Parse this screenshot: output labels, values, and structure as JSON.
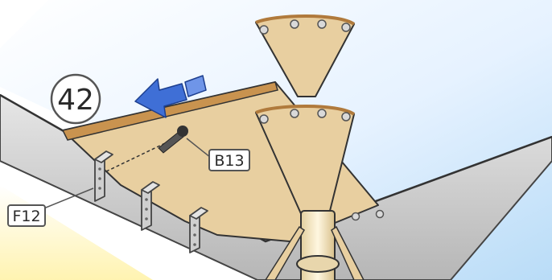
{
  "step": {
    "number": "42"
  },
  "callouts": [
    {
      "id": "b13",
      "code": "B13"
    },
    {
      "id": "f12",
      "code": "F12"
    }
  ],
  "colors": {
    "wood": "#e8cfa0",
    "wood_edge": "#b07a3c",
    "steel": "#c8c8c8",
    "arrow": "#3f6fd6",
    "sky": "#d8ecff"
  },
  "icons": [
    "assembly-direction-arrow-icon",
    "screw-icon",
    "bracket-icon"
  ]
}
